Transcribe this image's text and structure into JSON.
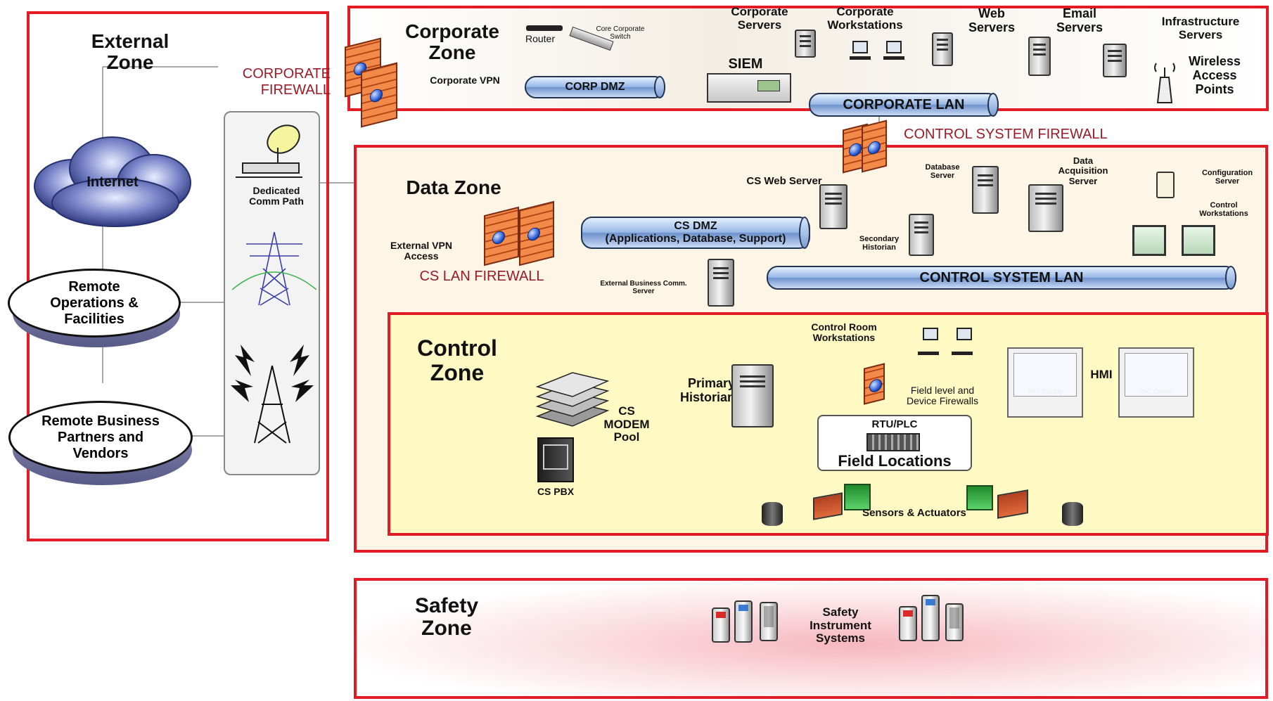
{
  "zones": {
    "external": {
      "title": "External\nZone"
    },
    "corporate": {
      "title": "Corporate\nZone"
    },
    "data": {
      "title": "Data Zone"
    },
    "control": {
      "title": "Control\nZone"
    },
    "safety": {
      "title": "Safety\nZone"
    }
  },
  "external": {
    "internet": "Internet",
    "remote_ops": "Remote\nOperations &\nFacilities",
    "remote_partners": "Remote Business\nPartners and\nVendors",
    "dedicated_comm": "Dedicated\nComm Path",
    "corporate_firewall": "CORPORATE\nFIREWALL"
  },
  "corporate": {
    "router": "Router",
    "core_switch": "Core Corporate\nSwitch",
    "corporate_vpn": "Corporate VPN",
    "corp_dmz": "CORP DMZ",
    "siem": "SIEM",
    "corporate_lan": "CORPORATE LAN",
    "servers": "Corporate\nServers",
    "workstations": "Corporate\nWorkstations",
    "web_servers": "Web\nServers",
    "email_servers": "Email\nServers",
    "infrastructure_servers": "Infrastructure\nServers",
    "wireless": "Wireless\nAccess\nPoints",
    "control_system_firewall": "CONTROL SYSTEM FIREWALL"
  },
  "data": {
    "cs_web_server": "CS Web Server",
    "database_server": "Database\nServer",
    "data_acquisition_server": "Data\nAcquisition\nServer",
    "configuration_server": "Configuration\nServer",
    "control_workstations": "Control\nWorkstations",
    "secondary_historian": "Secondary\nHistorian",
    "external_vpn": "External VPN\nAccess",
    "cs_dmz": "CS DMZ\n(Applications, Database, Support)",
    "cs_lan_firewall": "CS LAN FIREWALL",
    "external_business": "External Business Comm.\nServer",
    "control_system_lan": "CONTROL SYSTEM LAN"
  },
  "control": {
    "control_room_workstations": "Control Room\nWorkstations",
    "primary_historian": "Primary\nHistorian",
    "field_firewalls": "Field level and\nDevice Firewalls",
    "hmi": "HMI",
    "pac_display": "PAC Display",
    "pac_control": "PAC Control",
    "modem_pool": "CS\nMODEM\nPool",
    "pbx": "CS PBX",
    "rtu_plc": "RTU/PLC",
    "field_locations": "Field Locations",
    "sensors": "Sensors & Actuators"
  },
  "safety": {
    "sis": "Safety\nInstrument\nSystems"
  },
  "colors": {
    "zone_border": "#e21b24",
    "firewall_label": "#9b1a26",
    "lan_pipe": "#8fb0e3",
    "control_zone_fill": "#fff9c4",
    "safety_glow": "#f7b7bf"
  }
}
